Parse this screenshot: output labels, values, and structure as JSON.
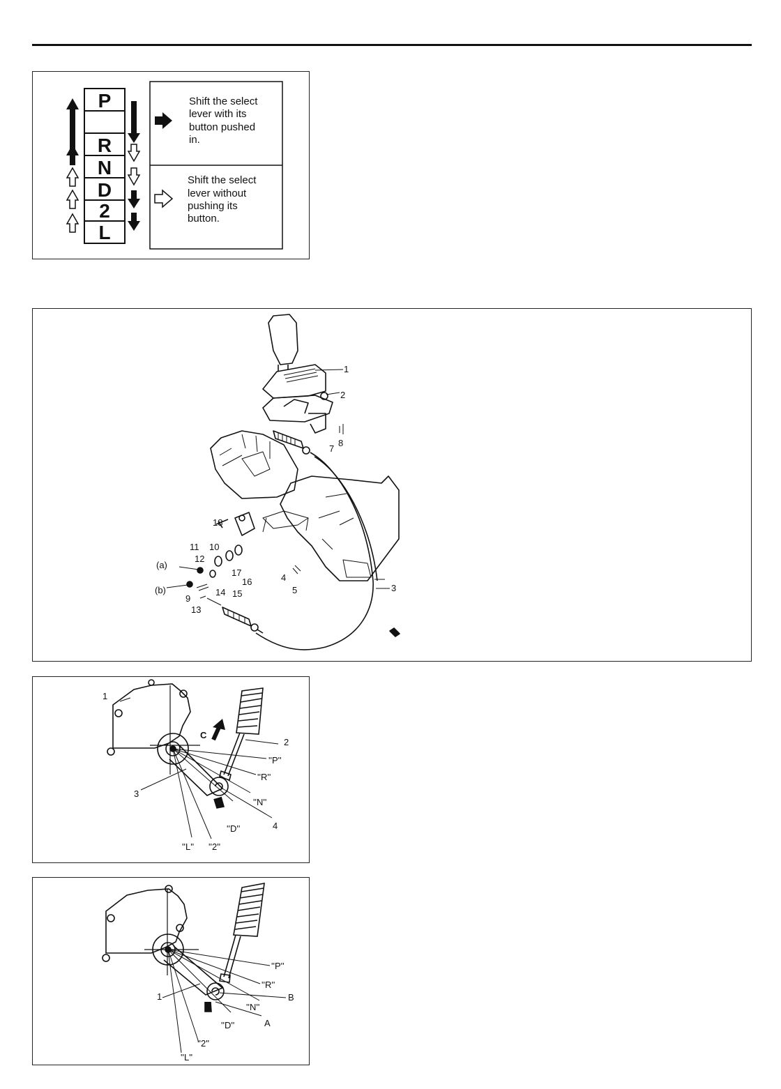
{
  "shift_pattern": {
    "positions": [
      "P",
      "",
      "R",
      "N",
      "D",
      "2",
      "L"
    ],
    "legend": {
      "filled_arrow_text": [
        "Shift the select",
        "lever with its",
        "button pushed",
        "in."
      ],
      "hollow_arrow_text": [
        "Shift the select",
        "lever without",
        "pushing its",
        "button."
      ]
    }
  },
  "exploded_view": {
    "callouts": [
      "1",
      "2",
      "3",
      "4",
      "5",
      "7",
      "8",
      "9",
      "10",
      "11",
      "12",
      "13",
      "14",
      "15",
      "16",
      "17",
      "18",
      "(a)",
      "(b)"
    ]
  },
  "lever_diagram_1": {
    "callouts": [
      "1",
      "2",
      "3",
      "4",
      "C"
    ],
    "range_labels": [
      "''P''",
      "''R''",
      "''N''",
      "''D''",
      "''L''",
      "''2''"
    ]
  },
  "lever_diagram_2": {
    "callouts": [
      "1",
      "A",
      "B"
    ],
    "range_labels": [
      "''P''",
      "''R''",
      "''N''",
      "''D''",
      "''2''",
      "''L''"
    ]
  }
}
